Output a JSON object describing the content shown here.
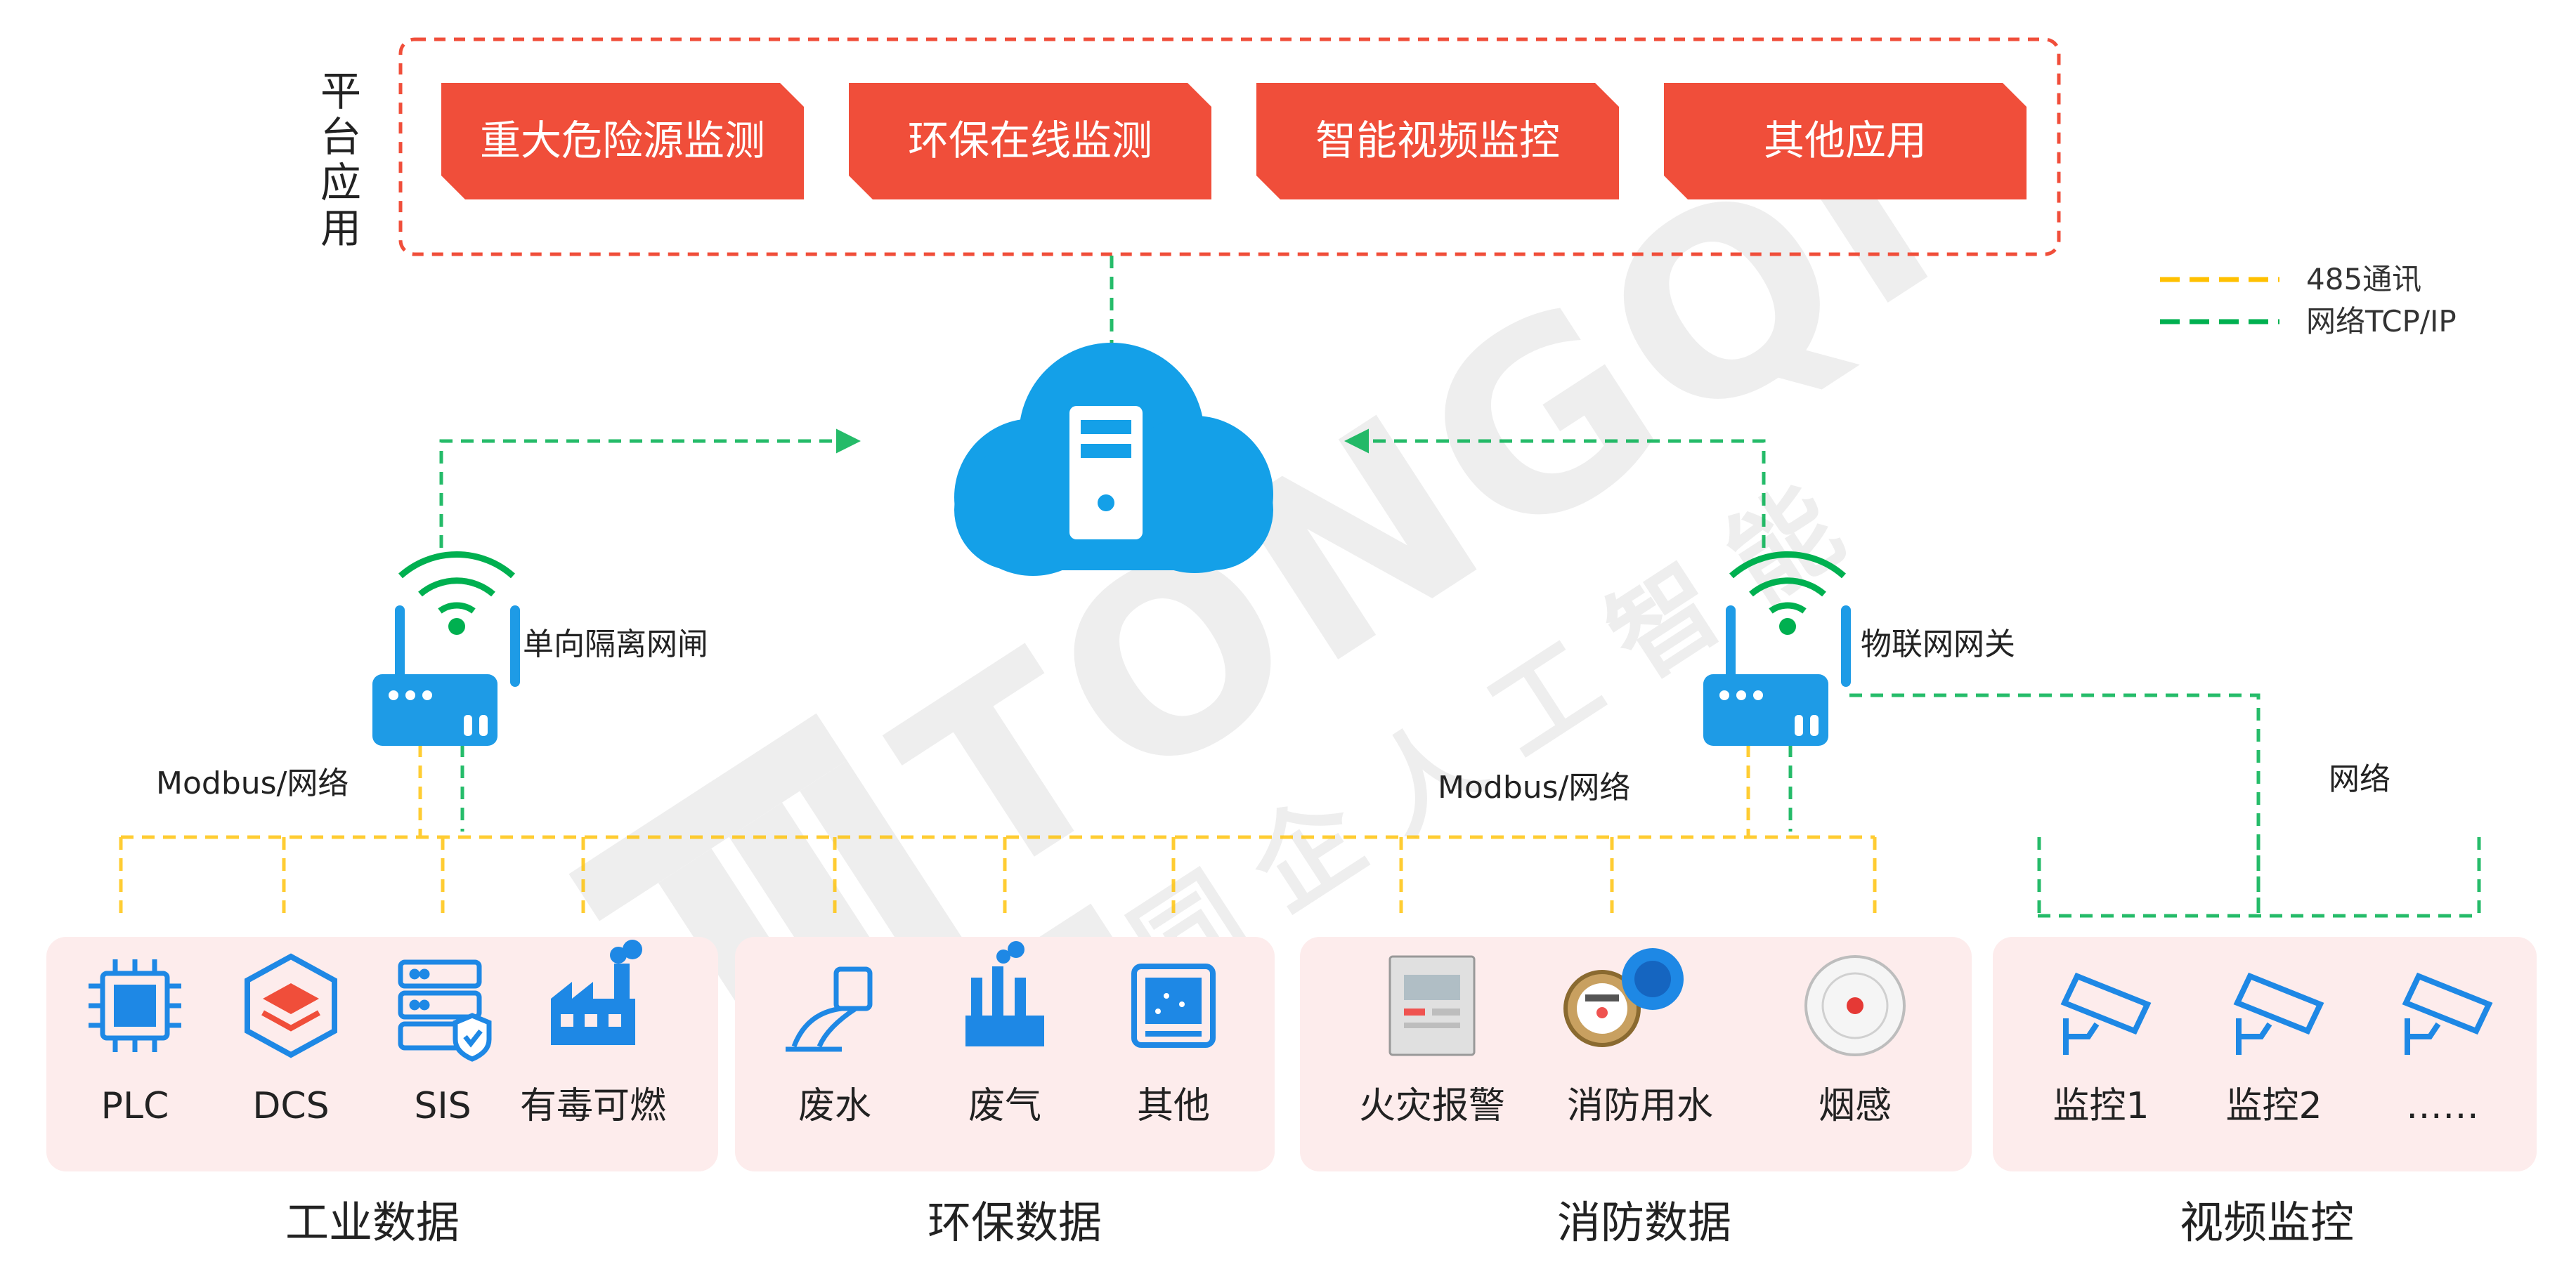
{
  "platform": {
    "label": "平台应用",
    "apps": [
      "重大危险源监测",
      "环保在线监测",
      "智能视频监控",
      "其他应用"
    ]
  },
  "legend": {
    "items": [
      {
        "label": "485通讯",
        "color": "#ffc000"
      },
      {
        "label": "网络TCP/IP",
        "color": "#00b050"
      }
    ]
  },
  "nodes": {
    "gateway_left": "单向隔离网闸",
    "gateway_right": "物联网网关",
    "link_left": "Modbus/网络",
    "link_right": "Modbus/网络",
    "link_network": "网络"
  },
  "groups": [
    {
      "title": "工业数据",
      "items": [
        "PLC",
        "DCS",
        "SIS",
        "有毒可燃"
      ]
    },
    {
      "title": "环保数据",
      "items": [
        "废水",
        "废气",
        "其他"
      ]
    },
    {
      "title": "消防数据",
      "items": [
        "火灾报警",
        "消防用水",
        "烟感"
      ]
    },
    {
      "title": "视频监控",
      "items": [
        "监控1",
        "监控2",
        "……"
      ]
    }
  ],
  "watermark": {
    "logo_text": "TONGQI",
    "company": "同 企 人 工 智 能"
  },
  "colors": {
    "accent_red": "#f04e3a",
    "cloud_blue": "#14a0e8",
    "icon_blue": "#1e88e5",
    "panel_pink": "#fdecec",
    "yellow_line": "#ffc000",
    "green_line": "#00b050"
  }
}
